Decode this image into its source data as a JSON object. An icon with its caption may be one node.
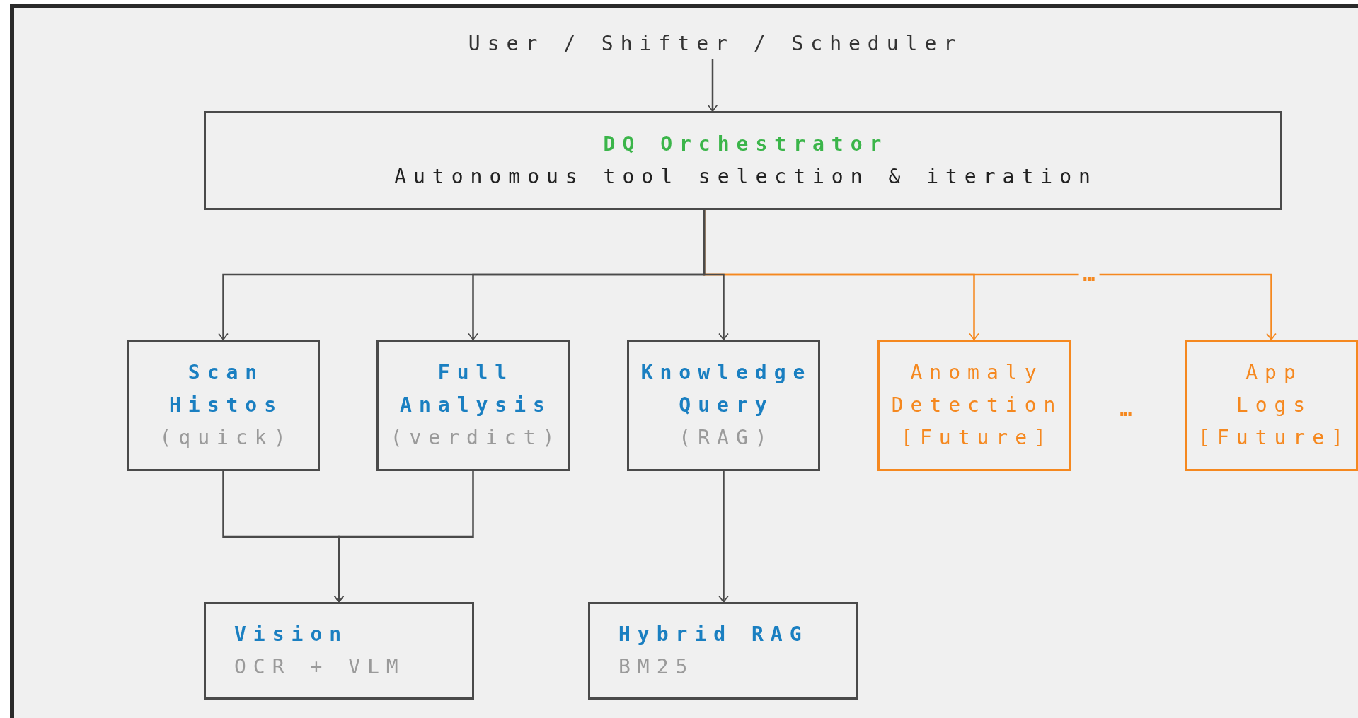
{
  "diagram": {
    "nodes": [
      {
        "text": [
          "User / Shifter / Scheduler"
        ]
      },
      {
        "text": [
          "DQ Orchestrator",
          "Autonomous tool selection & iteration"
        ]
      },
      {
        "text": [
          "Scan Histos",
          "(quick)"
        ]
      },
      {
        "text": [
          "Full Analysis",
          "(verdict)"
        ]
      },
      {
        "text": [
          "Knowledge Query",
          "(RAG)"
        ]
      },
      {
        "text": [
          "Anomaly Detection",
          "[Future]"
        ]
      },
      {
        "text": [
          "App Logs",
          "[Future]"
        ]
      },
      {
        "text": [
          "Vision",
          "OCR + VLM"
        ]
      },
      {
        "text": [
          "Hybrid RAG",
          "BM25"
        ]
      }
    ],
    "edges": [
      {
        "from": 0,
        "to": 1,
        "arrow": "to"
      },
      {
        "from": 1,
        "to": 2,
        "arrow": "to"
      },
      {
        "from": 1,
        "to": 3,
        "arrow": "to"
      },
      {
        "from": 1,
        "to": 4,
        "arrow": "to"
      },
      {
        "from": 1,
        "to": 5,
        "arrow": "to",
        "color": "#f5881f"
      },
      {
        "from": 1,
        "to": 6,
        "arrow": "to",
        "color": "#f5881f"
      },
      {
        "from": 2,
        "to": 7,
        "arrow": "to"
      },
      {
        "from": 3,
        "to": 7,
        "arrow": "to"
      },
      {
        "from": 4,
        "to": 8,
        "arrow": "to"
      }
    ],
    "labels": [
      "…",
      "…"
    ]
  }
}
